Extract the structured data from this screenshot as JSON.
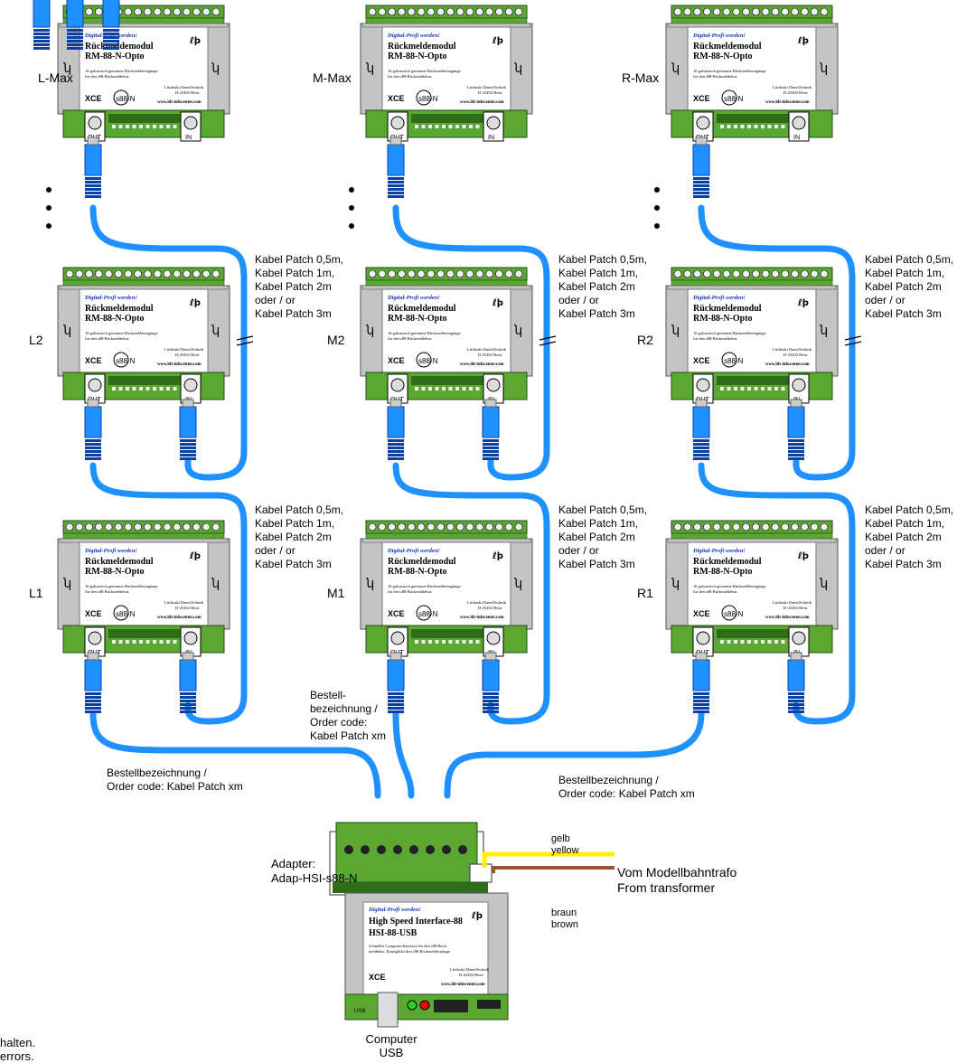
{
  "module": {
    "slogan": "Digital-Profi werden!",
    "title": "Rückmeldemodul",
    "model": "RM-88-N-Opto",
    "desc1": "16 galvanisch getrennte Rückmeldeeingänge",
    "desc2": "für den s88-Rückmeldebus",
    "maker1": "Littfinski DatenTechnik",
    "maker2": "D-25492 Heist",
    "web": "www.ldt-infocenter.com",
    "out": "OUT",
    "in": "IN",
    "s88": "s88-N"
  },
  "rows": [
    [
      "L-Max",
      "M-Max",
      "R-Max"
    ],
    [
      "L2",
      "M2",
      "R2"
    ],
    [
      "L1",
      "M1",
      "R1"
    ]
  ],
  "cable_patch": [
    "Kabel Patch 0,5m,",
    "Kabel Patch 1m,",
    "Kabel Patch 2m",
    "oder / or",
    "Kabel Patch 3m"
  ],
  "order_left": [
    "Bestellbezeichnung /",
    "Order code: Kabel Patch xm"
  ],
  "order_right": [
    "Bestellbezeichnung /",
    "Order code: Kabel Patch xm"
  ],
  "order_middle": [
    "Bestell-",
    "bezeichnung /",
    "Order code:",
    "Kabel Patch xm"
  ],
  "adapter": [
    "Adapter:",
    "Adap-HSI-s88-N"
  ],
  "yellow": [
    "gelb",
    "yellow"
  ],
  "brown": [
    "braun",
    "brown"
  ],
  "transformer": [
    "Vom Modellbahntrafo",
    "From transformer"
  ],
  "interface": {
    "slogan": "Digital-Profi werden!",
    "title": "High Speed Interface-88",
    "model": "HSI-88-USB",
    "desc1": "Schnelles Computer-Interface für den s88 Rück-",
    "desc2": "meldebus. Ermöglicht drei s88 Rückmeldestränge.",
    "maker1": "Littfinski DatenTechnik",
    "maker2": "D-25492 Heist",
    "web": "www.ldt-infocenter.com",
    "usb": "USB"
  },
  "computer": [
    "Computer",
    "USB"
  ],
  "footnote": [
    "halten.",
    "errors."
  ],
  "colors": {
    "cable": "#1e90ff",
    "cable_dark": "#0a3fa8",
    "board": "#5aa832",
    "case": "#c4c4c4",
    "yellow_wire": "#ffef00",
    "brown_wire": "#a0522d"
  }
}
